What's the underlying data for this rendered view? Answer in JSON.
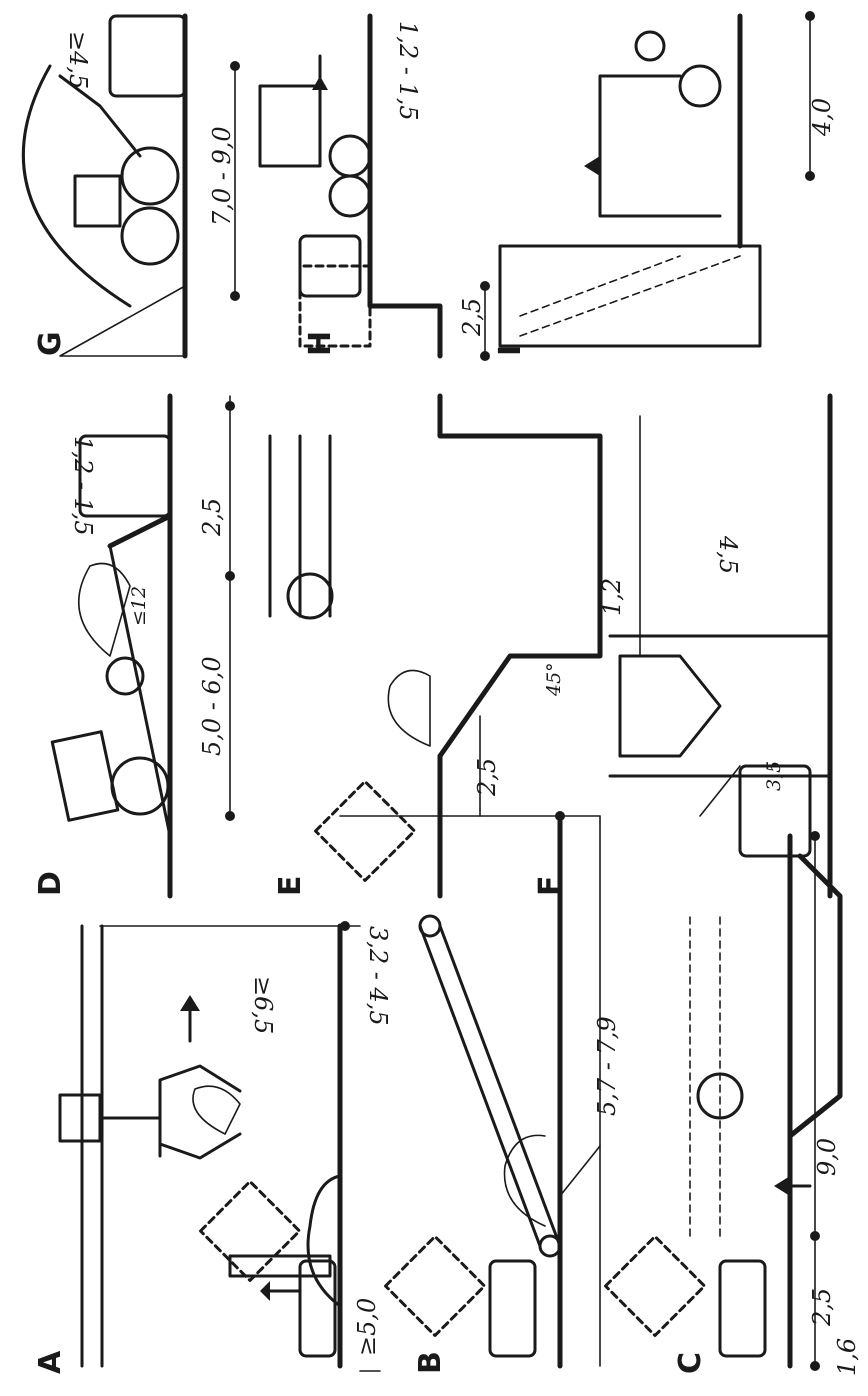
{
  "panels": {
    "A": {
      "label": "A",
      "dims": [
        "≥6,5",
        "≥5,0"
      ]
    },
    "B": {
      "label": "B",
      "dims": [
        "3,2 - 4,5",
        "5,7 - 7,9"
      ]
    },
    "C": {
      "label": "C",
      "dims": [
        "2,5",
        "9,0",
        "1,6"
      ]
    },
    "D": {
      "label": "D",
      "dims": [
        "1,2 - 1,5",
        "2,5",
        "5,0 - 6,0",
        "≤12"
      ]
    },
    "E": {
      "label": "E",
      "dims": [
        "2,5",
        "45°"
      ]
    },
    "F": {
      "label": "F",
      "dims": [
        "1,2",
        "4,5",
        "3,5"
      ]
    },
    "G": {
      "label": "G",
      "dims": [
        "≥4,5",
        "7,0 - 9,0"
      ]
    },
    "H": {
      "label": "H",
      "dims": [
        "1,2 - 1,5",
        "2,5"
      ]
    },
    "I": {
      "label": "I",
      "dims": [
        "4,0"
      ]
    }
  }
}
